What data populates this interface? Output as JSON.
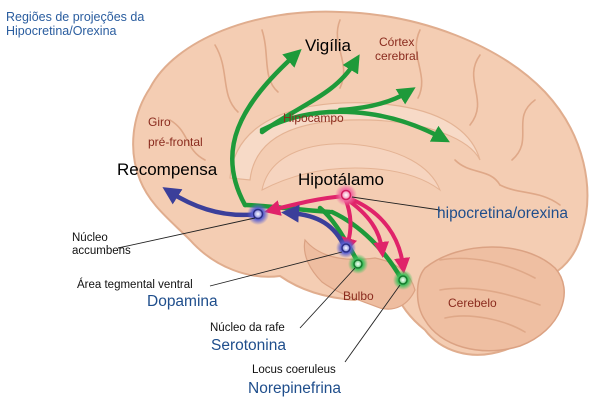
{
  "title": {
    "line1": "Regiões de projeções da",
    "line2": "Hipocretina/Orexina"
  },
  "regions": {
    "vigilia": "Vigília",
    "cortex_line1": "Córtex",
    "cortex_line2": "cerebral",
    "giro_line1": "Giro",
    "giro_line2": "pré-frontal",
    "hipocampo": "Hipocampo",
    "recompensa": "Recompensa",
    "hipotalamo": "Hipotálamo",
    "bulbo": "Bulbo",
    "cerebelo": "Cerebelo"
  },
  "nuclei": {
    "hipocretina": "hipocretina/orexina",
    "accumbens_line1": "Núcleo",
    "accumbens_line2": "accumbens",
    "area_tegmental": "Área tegmental ventral",
    "dopamina": "Dopamina",
    "nucleo_rafe": "Núcleo da rafe",
    "serotonina": "Serotonina",
    "locus_coeruleus": "Locus coeruleus",
    "norepinefrina": "Norepinefrina"
  },
  "colors": {
    "brain_fill": "#f4cdb3",
    "brain_outline": "#e0ad8e",
    "green_pathway": "#1e9a3a",
    "pink_pathway": "#e0236a",
    "purple_pathway": "#3b3f9a"
  }
}
